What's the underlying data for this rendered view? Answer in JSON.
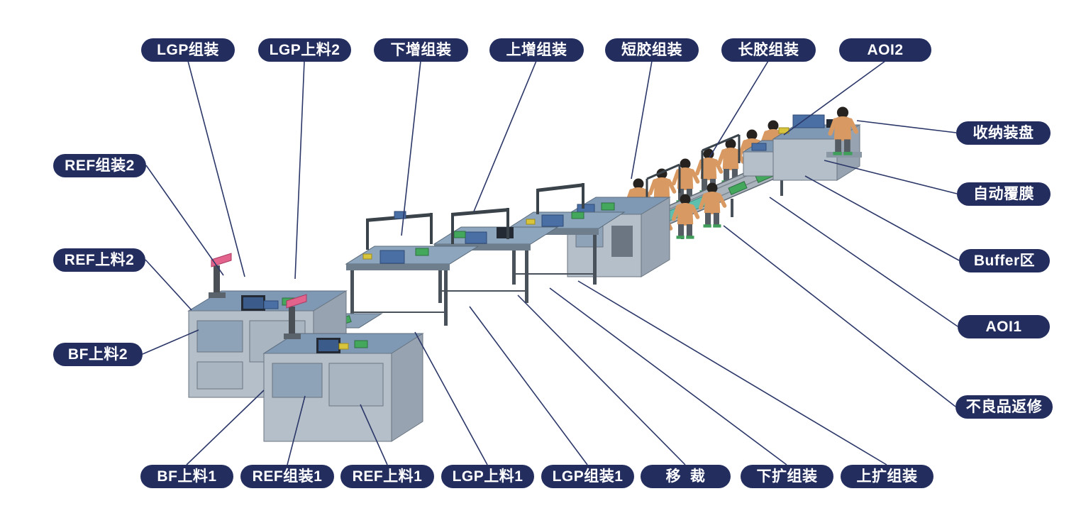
{
  "colors": {
    "label_bg": "#232e5f",
    "label_text": "#ffffff",
    "leader_line": "#2b3768",
    "machine_top": "#7f99b4",
    "machine_front": "#b5bfc9",
    "machine_side": "#97a3b0",
    "worker_shirt": "#d89a62",
    "accent_green": "#43a85c",
    "accent_blue": "#4a6fa5",
    "accent_pink": "#e2638c"
  },
  "labels": {
    "top": [
      {
        "text": "LGP组装"
      },
      {
        "text": "LGP上料2"
      },
      {
        "text": "下增组装"
      },
      {
        "text": "上增组装"
      },
      {
        "text": "短胶组装"
      },
      {
        "text": "长胶组装"
      },
      {
        "text": "AOI2"
      }
    ],
    "left": [
      {
        "text": "REF组装2"
      },
      {
        "text": "REF上料2"
      },
      {
        "text": "BF上料2"
      }
    ],
    "right": [
      {
        "text": "收纳装盘"
      },
      {
        "text": "自动覆膜"
      },
      {
        "text": "Buffer区"
      },
      {
        "text": "AOI1"
      },
      {
        "text": "不良品返修"
      }
    ],
    "bottom": [
      {
        "text": "BF上料1"
      },
      {
        "text": "REF组装1"
      },
      {
        "text": "REF上料1"
      },
      {
        "text": "LGP上料1"
      },
      {
        "text": "LGP组装1"
      },
      {
        "text": "移  裁"
      },
      {
        "text": "下扩组装"
      },
      {
        "text": "上扩组装"
      }
    ]
  }
}
